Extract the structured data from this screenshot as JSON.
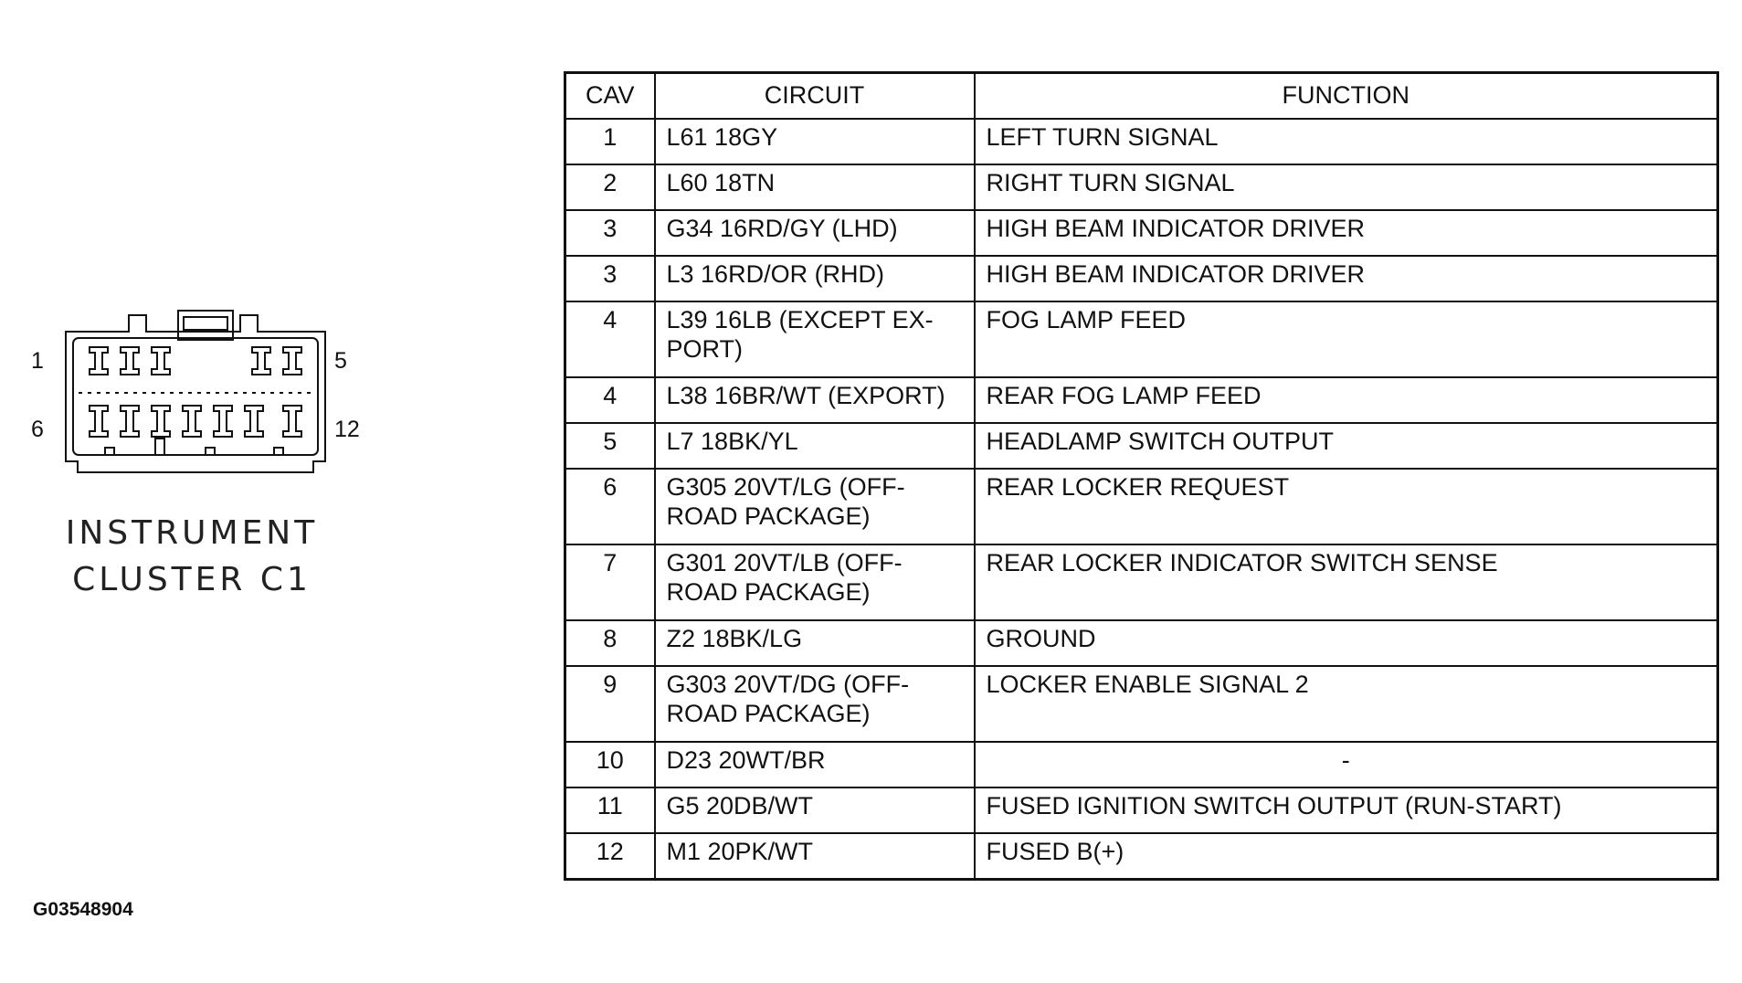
{
  "connector": {
    "name_line1": "INSTRUMENT",
    "name_line2": "CLUSTER C1",
    "pin_labels": {
      "top_left": "1",
      "top_right": "5",
      "bottom_left": "6",
      "bottom_right": "12"
    }
  },
  "figure_id": "G03548904",
  "table": {
    "headers": {
      "cav": "CAV",
      "circuit": "CIRCUIT",
      "function": "FUNCTION"
    },
    "rows": [
      {
        "cav": "1",
        "circuit": "L61 18GY",
        "function": "LEFT TURN SIGNAL"
      },
      {
        "cav": "2",
        "circuit": "L60 18TN",
        "function": "RIGHT TURN SIGNAL"
      },
      {
        "cav": "3",
        "circuit": "G34 16RD/GY (LHD)",
        "function": "HIGH BEAM INDICATOR DRIVER"
      },
      {
        "cav": "3",
        "circuit": "L3 16RD/OR (RHD)",
        "function": "HIGH BEAM INDICATOR DRIVER"
      },
      {
        "cav": "4",
        "circuit": "L39 16LB (EXCEPT EX-PORT)",
        "function": "FOG LAMP FEED"
      },
      {
        "cav": "4",
        "circuit": "L38 16BR/WT (EXPORT)",
        "function": "REAR FOG LAMP FEED"
      },
      {
        "cav": "5",
        "circuit": "L7 18BK/YL",
        "function": "HEADLAMP SWITCH OUTPUT"
      },
      {
        "cav": "6",
        "circuit": "G305 20VT/LG (OFF-ROAD PACKAGE)",
        "function": "REAR LOCKER REQUEST"
      },
      {
        "cav": "7",
        "circuit": "G301 20VT/LB (OFF-ROAD PACKAGE)",
        "function": "REAR LOCKER INDICATOR SWITCH SENSE"
      },
      {
        "cav": "8",
        "circuit": "Z2 18BK/LG",
        "function": "GROUND"
      },
      {
        "cav": "9",
        "circuit": "G303 20VT/DG (OFF-ROAD PACKAGE)",
        "function": "LOCKER ENABLE SIGNAL 2"
      },
      {
        "cav": "10",
        "circuit": "D23 20WT/BR",
        "function": "-"
      },
      {
        "cav": "11",
        "circuit": "G5 20DB/WT",
        "function": "FUSED IGNITION SWITCH OUTPUT (RUN-START)"
      },
      {
        "cav": "12",
        "circuit": "M1 20PK/WT",
        "function": "FUSED B(+)"
      }
    ]
  }
}
